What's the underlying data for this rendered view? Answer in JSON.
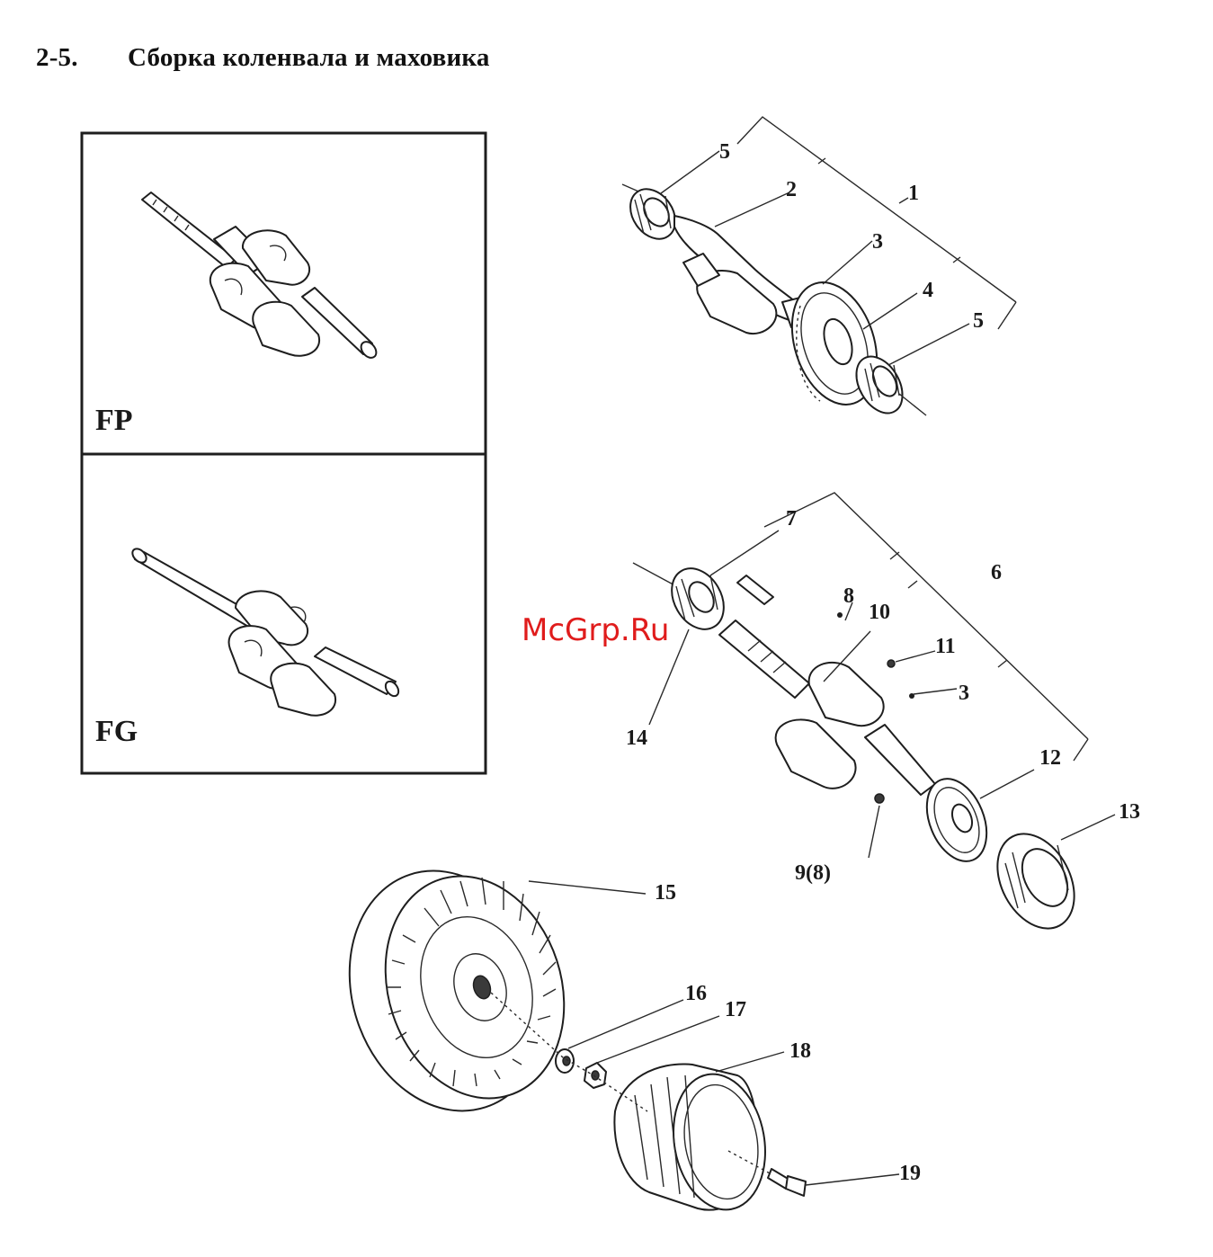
{
  "section": {
    "number": "2-5.",
    "title": "Сборка коленвала и маховика"
  },
  "variants": [
    "FP",
    "FG"
  ],
  "callouts": [
    {
      "id": "c5a",
      "text": "5"
    },
    {
      "id": "c2",
      "text": "2"
    },
    {
      "id": "c1",
      "text": "1"
    },
    {
      "id": "c3a",
      "text": "3"
    },
    {
      "id": "c4",
      "text": "4"
    },
    {
      "id": "c5b",
      "text": "5"
    },
    {
      "id": "c7",
      "text": "7"
    },
    {
      "id": "c6",
      "text": "6"
    },
    {
      "id": "c8",
      "text": "8"
    },
    {
      "id": "c10",
      "text": "10"
    },
    {
      "id": "c11",
      "text": "11"
    },
    {
      "id": "c3b",
      "text": "3"
    },
    {
      "id": "c14",
      "text": "14"
    },
    {
      "id": "c12",
      "text": "12"
    },
    {
      "id": "c13",
      "text": "13"
    },
    {
      "id": "c9",
      "text": "9(8)"
    },
    {
      "id": "c15",
      "text": "15"
    },
    {
      "id": "c16",
      "text": "16"
    },
    {
      "id": "c17",
      "text": "17"
    },
    {
      "id": "c18",
      "text": "18"
    },
    {
      "id": "c19",
      "text": "19"
    }
  ],
  "watermark": "McGrp.Ru",
  "colors": {
    "ink": "#1e1e1e",
    "watermark": "#e01c1c",
    "background": "#ffffff"
  }
}
